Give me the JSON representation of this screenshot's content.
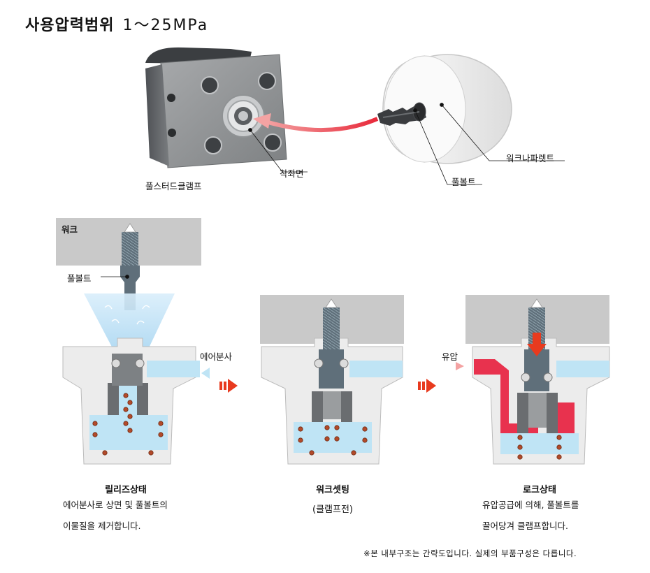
{
  "title": {
    "main": "사용압력범위",
    "range": "1〜25MPa"
  },
  "top_diagram": {
    "clamp_label": "풀스터드클램프",
    "seat_label": "착좌면",
    "workpallet_label": "워크나파렛트",
    "pullbolt_label": "풀볼트"
  },
  "steps": [
    {
      "title": "릴리즈상태",
      "sub": "",
      "desc1": "에어분사로 상면 및 풀볼트의",
      "desc2": "이물질을 제거합니다."
    },
    {
      "title": "워크셋팅",
      "sub": "(클램프전)",
      "desc1": "",
      "desc2": ""
    },
    {
      "title": "로크상태",
      "sub": "",
      "desc1": "유압공급에 의해, 풀볼트를",
      "desc2": "끌어당겨 클램프합니다."
    }
  ],
  "panel_labels": {
    "work": "워크",
    "pullbolt": "풀볼트",
    "air": "에어분사",
    "oil": "유압"
  },
  "footnote": "※본 내부구조는 간략도입니다. 실제의 부품구성은 다릅니다.",
  "colors": {
    "oil": "#e8324e",
    "air": "#bfe4f5",
    "arrow": "#e83a1e",
    "body": "#ececec",
    "steel": "#6a6d70",
    "work": "#c9c9c9"
  }
}
